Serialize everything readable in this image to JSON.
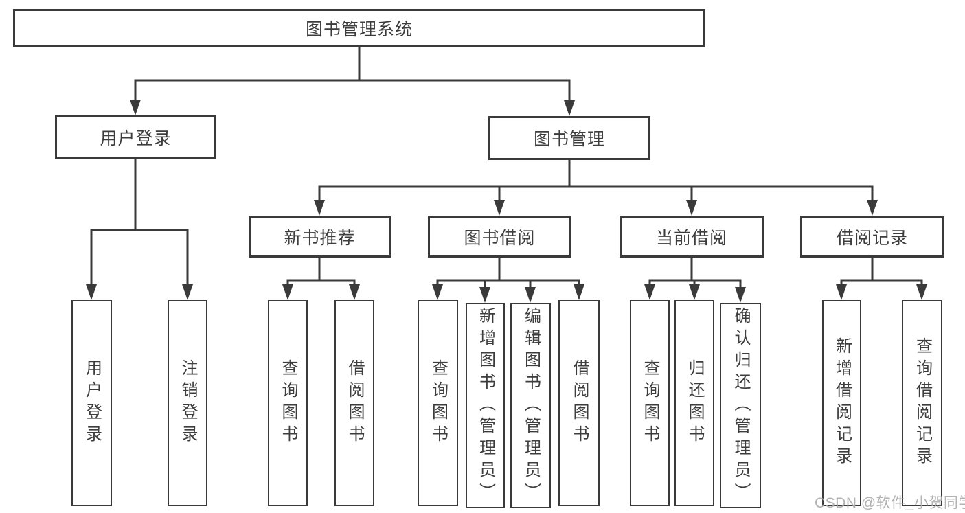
{
  "tree": {
    "root": {
      "label": "图书管理系统"
    },
    "level2": [
      {
        "label": "用户登录",
        "children": [
          {
            "label": "用户登录"
          },
          {
            "label": "注销登录"
          }
        ]
      },
      {
        "label": "图书管理",
        "children": [
          {
            "label": "新书推荐",
            "children": [
              {
                "label": "查询图书"
              },
              {
                "label": "借阅图书"
              }
            ]
          },
          {
            "label": "图书借阅",
            "children": [
              {
                "label": "查询图书"
              },
              {
                "label": "新增图书（管理员）"
              },
              {
                "label": "编辑图书（管理员）"
              },
              {
                "label": "借阅图书"
              }
            ]
          },
          {
            "label": "当前借阅",
            "children": [
              {
                "label": "查询图书"
              },
              {
                "label": "归还图书"
              },
              {
                "label": "确认归还（管理员）"
              }
            ]
          },
          {
            "label": "借阅记录",
            "children": [
              {
                "label": "新增借阅记录"
              },
              {
                "label": "查询借阅记录"
              }
            ]
          }
        ]
      }
    ]
  },
  "watermark": {
    "text": "CSDN @软件_小贺同学"
  },
  "colors": {
    "line": "#3a3a3a",
    "text": "#3d3d3d",
    "background": "#ffffff",
    "watermark": "#ababab"
  }
}
